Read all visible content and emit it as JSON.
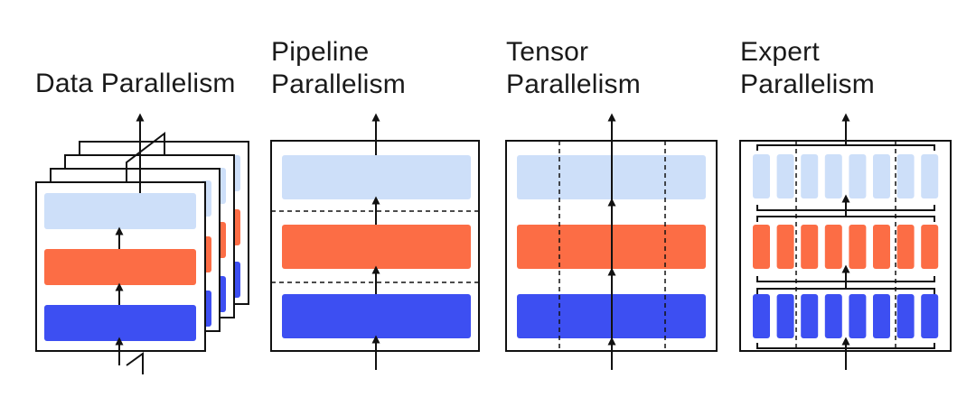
{
  "panels": [
    {
      "title_lines": [
        "Data Parallelism"
      ]
    },
    {
      "title_lines": [
        "Pipeline",
        "Parallelism"
      ]
    },
    {
      "title_lines": [
        "Tensor",
        "Parallelism"
      ]
    },
    {
      "title_lines": [
        "Expert",
        "Parallelism"
      ]
    }
  ],
  "colors": {
    "top_layer": "#cddff9",
    "middle_layer": "#fc6d45",
    "bottom_layer": "#3d4ff2",
    "outline": "#111111"
  }
}
